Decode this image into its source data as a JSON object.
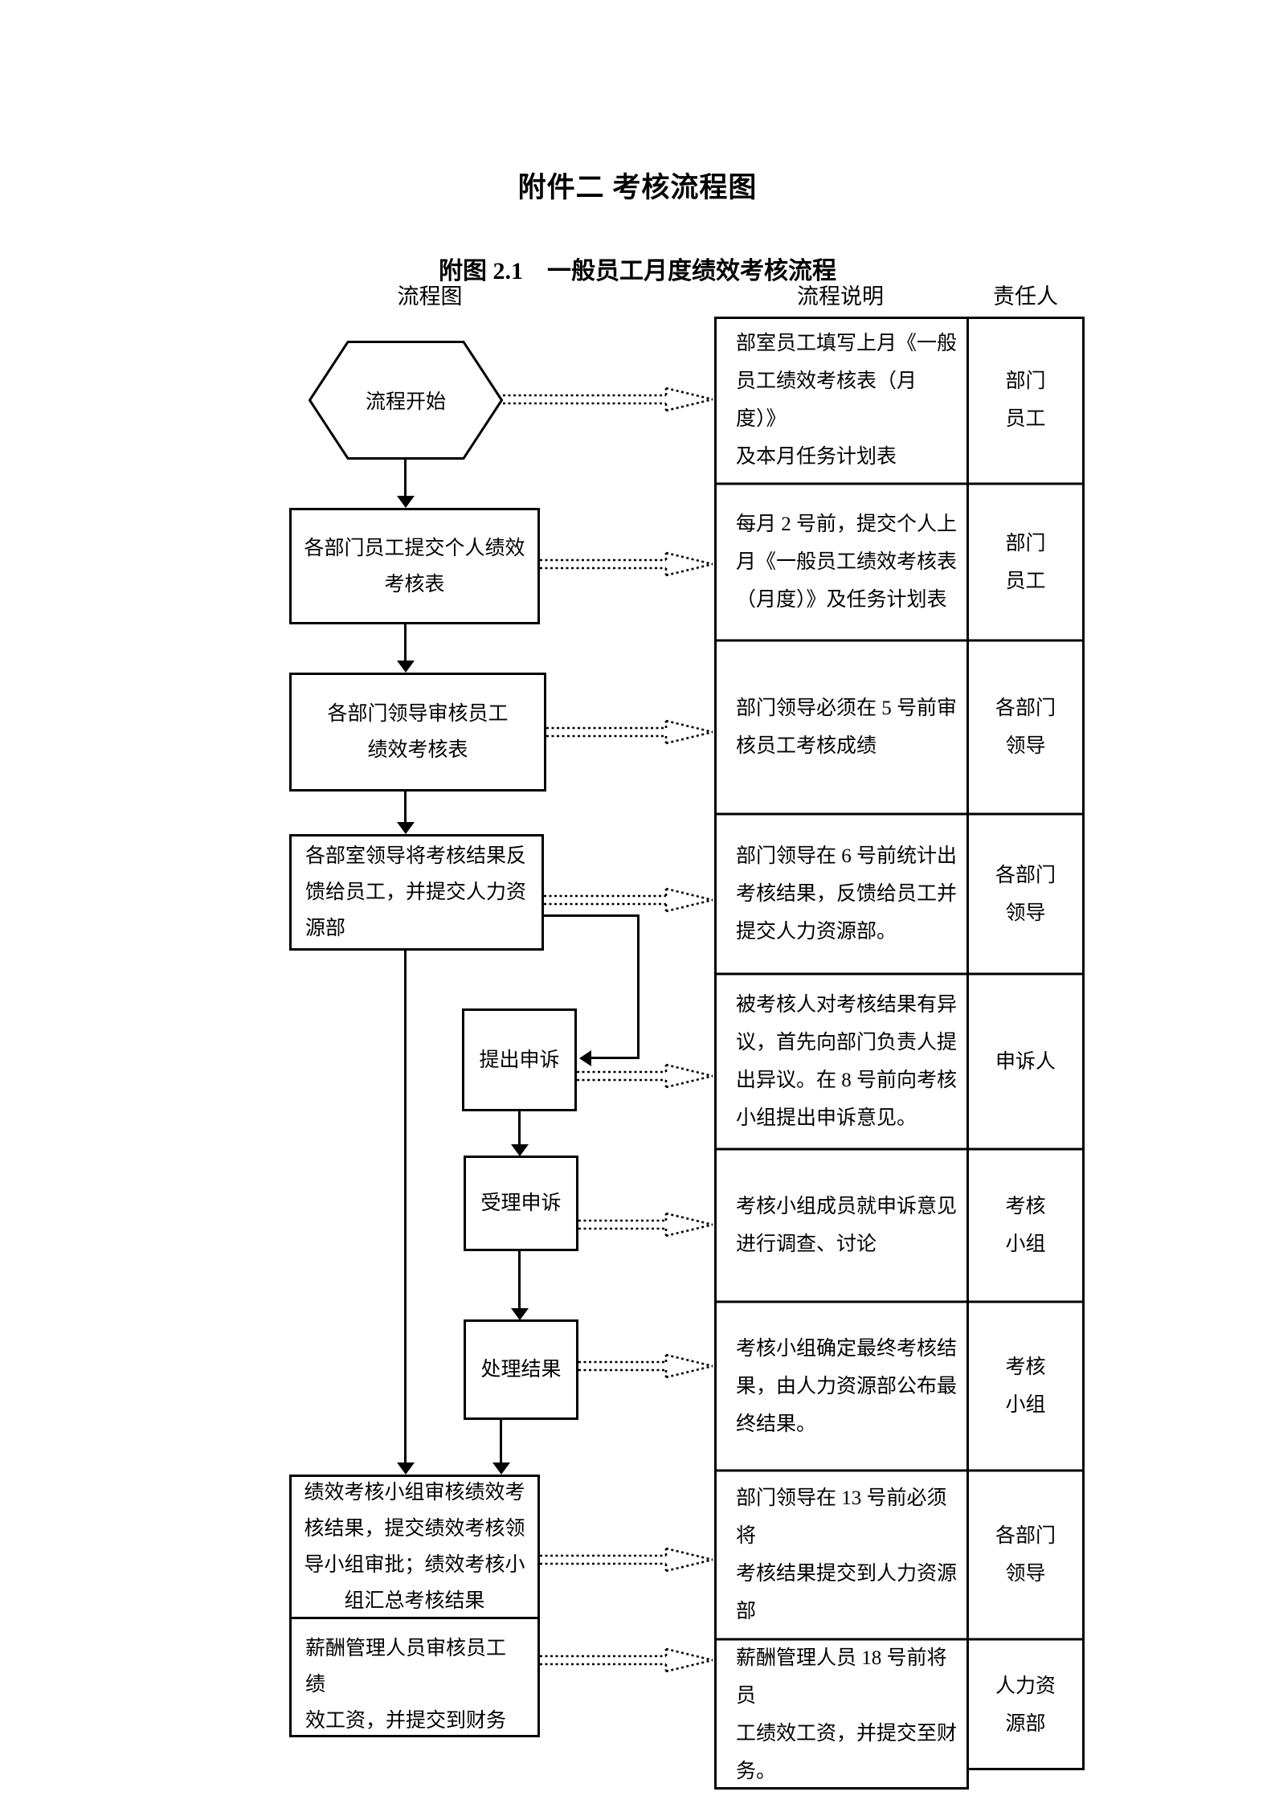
{
  "colors": {
    "ink": "#000000",
    "background": "#ffffff"
  },
  "page": {
    "title": "附件二  考核流程图",
    "subtitle": "附图 2.1　一般员工月度绩效考核流程"
  },
  "headers": {
    "flowchart": "流程图",
    "description": "流程说明",
    "responsible": "责任人"
  },
  "flowchart": {
    "nodes": [
      {
        "id": "start",
        "type": "hexagon",
        "label": "流程开始"
      },
      {
        "id": "submit",
        "type": "rect",
        "label": "各部门员工提交个人绩效\n考核表"
      },
      {
        "id": "review",
        "type": "rect",
        "label": "各部门领导审核员工\n绩效考核表"
      },
      {
        "id": "feedback",
        "type": "rect",
        "label": "各部室领导将考核结果反\n馈给员工，并提交人力资\n源部"
      },
      {
        "id": "appeal",
        "type": "rect",
        "label": "提出申诉"
      },
      {
        "id": "accept",
        "type": "rect",
        "label": "受理申诉"
      },
      {
        "id": "result",
        "type": "rect",
        "label": "处理结果"
      },
      {
        "id": "summary",
        "type": "rect",
        "label": "绩效考核小组审核绩效考\n核结果，提交绩效考核领\n导小组审批；绩效考核小\n组汇总考核结果"
      },
      {
        "id": "salary",
        "type": "rect",
        "label": "薪酬管理人员审核员工绩\n效工资，并提交到财务"
      }
    ]
  },
  "table": {
    "rows": [
      {
        "description": "部室员工填写上月《一般\n员工绩效考核表（月度）》\n及本月任务计划表",
        "responsible": "部门\n员工"
      },
      {
        "description": "每月 2 号前，提交个人上\n月《一般员工绩效考核表\n（月度）》及任务计划表",
        "responsible": "部门\n员工"
      },
      {
        "description": "部门领导必须在 5 号前审\n核员工考核成绩",
        "responsible": "各部门\n领导"
      },
      {
        "description": "部门领导在 6 号前统计出\n考核结果，反馈给员工并\n提交人力资源部。",
        "responsible": "各部门\n领导"
      },
      {
        "description": "被考核人对考核结果有异\n议，首先向部门负责人提\n出异议。在 8 号前向考核\n小组提出申诉意见。",
        "responsible": "申诉人"
      },
      {
        "description": "考核小组成员就申诉意见\n进行调查、讨论",
        "responsible": "考核\n小组"
      },
      {
        "description": "考核小组确定最终考核结\n果，由人力资源部公布最\n终结果。",
        "responsible": "考核\n小组"
      },
      {
        "description": "部门领导在 13 号前必须将\n考核结果提交到人力资源\n部",
        "responsible": "各部门\n领导"
      },
      {
        "description": "薪酬管理人员 18 号前将员\n工绩效工资，并提交至财\n务。",
        "responsible": "人力资\n源部"
      }
    ]
  }
}
